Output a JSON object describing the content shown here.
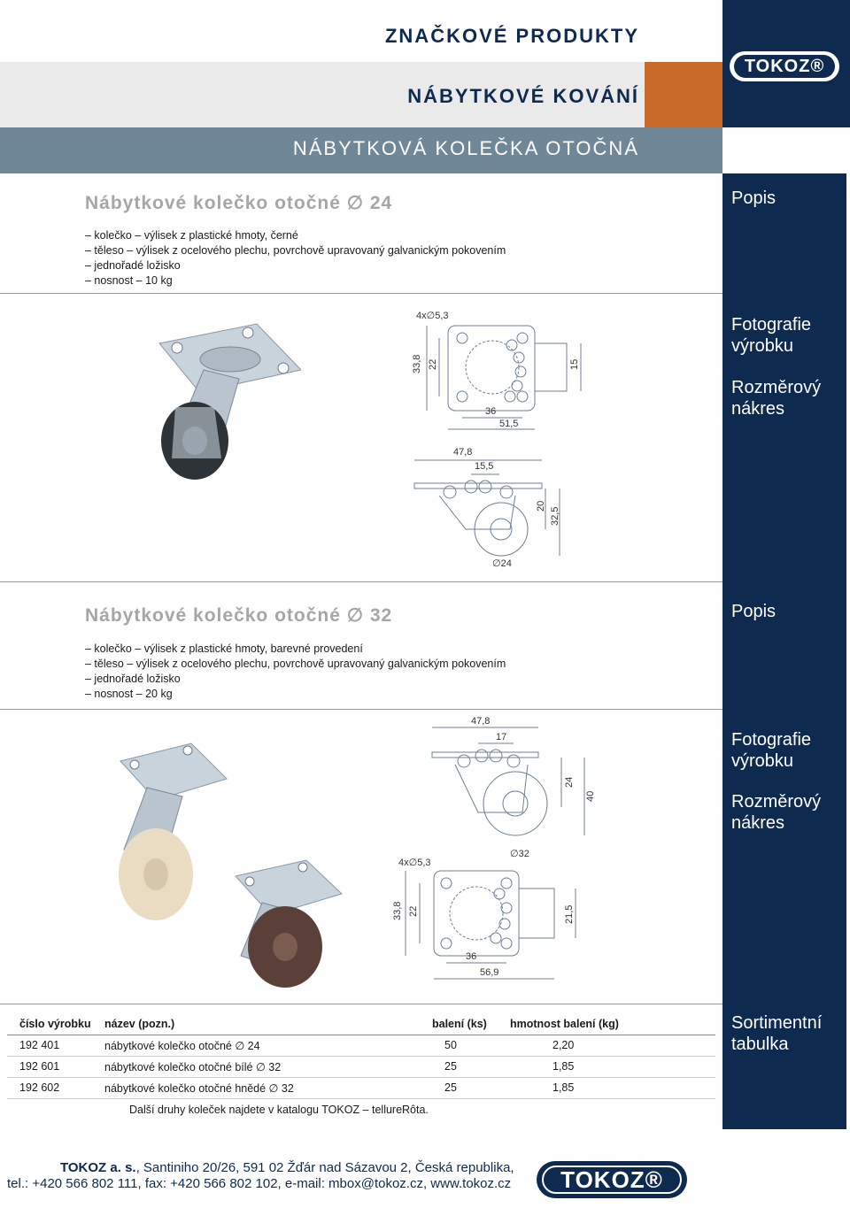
{
  "header": {
    "title_brand": "ZNAČKOVÉ PRODUKTY",
    "title_category": "NÁBYTKOVÉ KOVÁNÍ",
    "title_section": "NÁBYTKOVÁ KOLEČKA OTOČNÁ",
    "logo_text": "TOKOZ®"
  },
  "sidebar": {
    "popis": "Popis",
    "fotografie": "Fotografie výrobku",
    "rozmerovy": "Rozměrový nákres",
    "sortiment": "Sortimentní tabulka"
  },
  "products": [
    {
      "title": "Nábytkové kolečko otočné ∅ 24",
      "lines": [
        "– kolečko – výlisek z plastické hmoty, černé",
        "– těleso – výlisek z ocelového plechu, povrchově upravovaný galvanickým pokovením",
        "– jednořadé ložisko",
        "– nosnost – 10 kg"
      ],
      "wheel_color": "#2e3338",
      "dims": {
        "holes": "4x∅5,3",
        "a": "33,8",
        "b": "22",
        "c": "36",
        "d": "51,5",
        "e": "15",
        "f": "47,8",
        "g": "15,5",
        "h": "20",
        "i": "32,5",
        "dia": "∅24"
      }
    },
    {
      "title": "Nábytkové kolečko otočné ∅ 32",
      "lines": [
        "– kolečko – výlisek z plastické hmoty, barevné provedení",
        "– těleso – výlisek z ocelového plechu, povrchově upravovaný galvanickým pokovením",
        "– jednořadé ložisko",
        "– nosnost – 20 kg"
      ],
      "wheel_colors": [
        "#eadcc2",
        "#5a4038"
      ],
      "dims": {
        "f": "47,8",
        "g": "17",
        "h": "24",
        "i": "40",
        "dia": "∅32",
        "holes": "4x∅5,3",
        "a": "33,8",
        "b": "22",
        "e": "21,5",
        "c": "36",
        "d": "56,9"
      }
    }
  ],
  "table": {
    "headers": [
      "číslo výrobku",
      "název (pozn.)",
      "balení (ks)",
      "hmotnost balení (kg)"
    ],
    "rows": [
      [
        "192 401",
        "nábytkové kolečko otočné ∅ 24",
        "50",
        "2,20"
      ],
      [
        "192 601",
        "nábytkové kolečko otočné bílé ∅ 32",
        "25",
        "1,85"
      ],
      [
        "192 602",
        "nábytkové kolečko otočné hnědé ∅ 32",
        "25",
        "1,85"
      ]
    ],
    "note": "Další druhy koleček najdete v katalogu TOKOZ – tellureRôta."
  },
  "footer": {
    "company": "TOKOZ a. s.",
    "address": ", Santiniho 20/26, 591 02 Žďár nad Sázavou 2, Česká republika,",
    "contact": "tel.: +420 566 802 111, fax: +420 566 802 102, e-mail: mbox@tokoz.cz, www.tokoz.cz",
    "logo_text": "TOKOZ®"
  },
  "colors": {
    "navy": "#0f2a4f",
    "orange": "#c96a2b",
    "band": "#6f8797",
    "grey_title": "#a6a6a6"
  }
}
